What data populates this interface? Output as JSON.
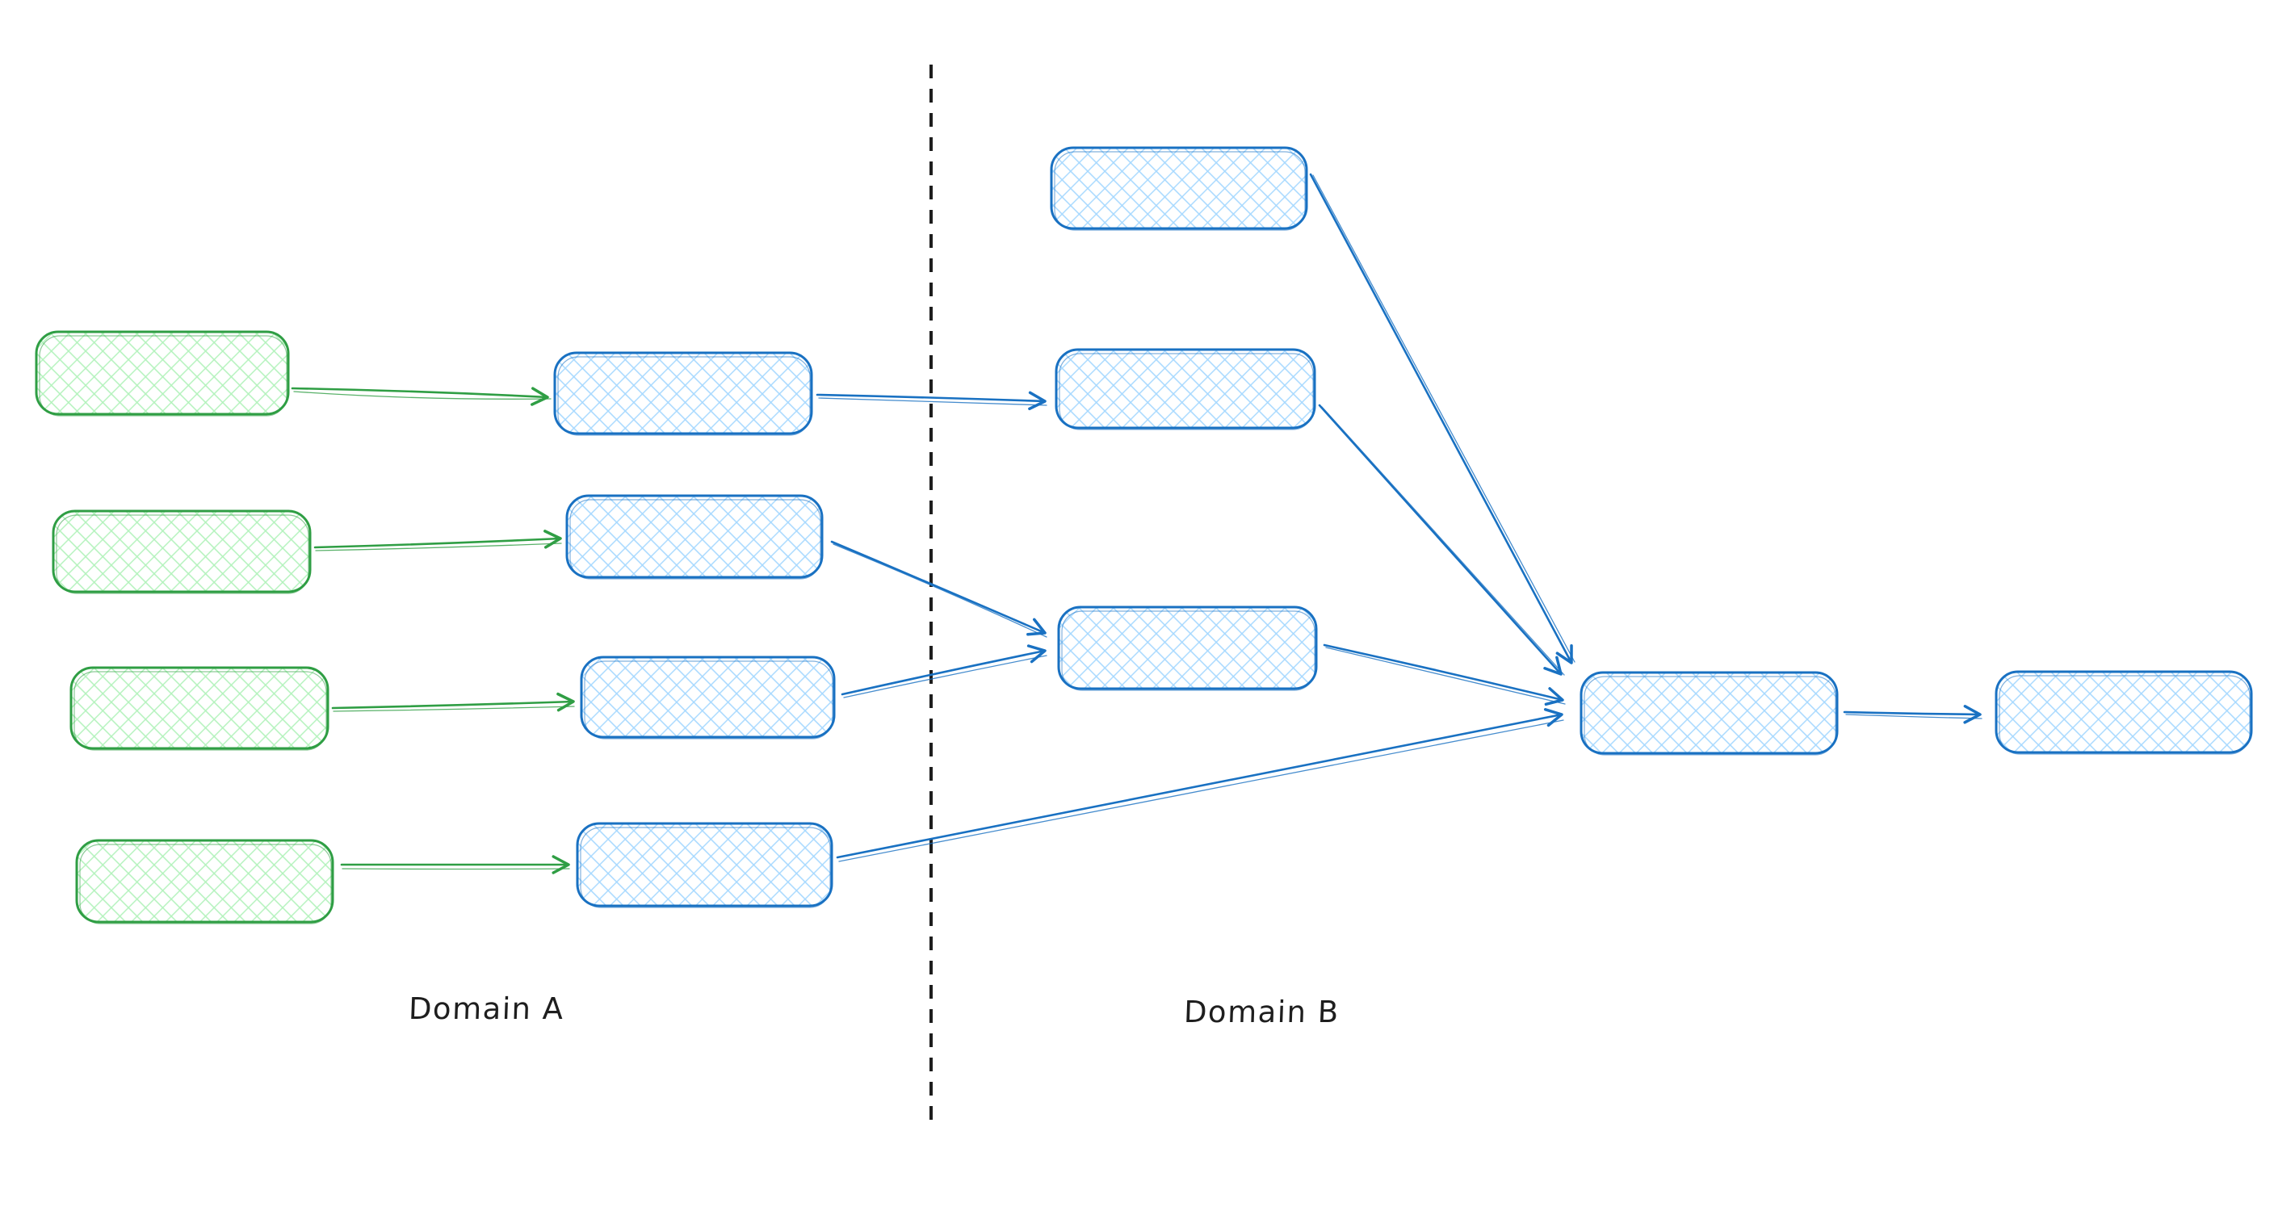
{
  "canvas": {
    "background": "#ffffff"
  },
  "labels": {
    "domain_a": "Domain A",
    "domain_b": "Domain B"
  },
  "colors": {
    "green_stroke": "#2f9e44",
    "green_fill": "#b2f2bb",
    "blue_stroke": "#1971c2",
    "blue_fill": "#a5d8ff",
    "divider": "#1e1e1e",
    "label_text": "#1e1e1e",
    "canvas_bg": "#ffffff"
  },
  "diagram": {
    "type": "flow-diagram",
    "style": "hand-drawn, cross-hatch filled rounded rectangles, no text inside nodes",
    "regions": [
      {
        "id": "domain-a",
        "label": "Domain A",
        "side": "left-of-dashed-divider"
      },
      {
        "id": "domain-b",
        "label": "Domain B",
        "side": "right-of-dashed-divider"
      }
    ],
    "nodes": [
      {
        "id": "a-source-1",
        "region": "domain-a",
        "style": "green",
        "label": ""
      },
      {
        "id": "a-source-2",
        "region": "domain-a",
        "style": "green",
        "label": ""
      },
      {
        "id": "a-source-3",
        "region": "domain-a",
        "style": "green",
        "label": ""
      },
      {
        "id": "a-source-4",
        "region": "domain-a",
        "style": "green",
        "label": ""
      },
      {
        "id": "a-stage-1",
        "region": "domain-a",
        "style": "blue",
        "label": ""
      },
      {
        "id": "a-stage-2",
        "region": "domain-a",
        "style": "blue",
        "label": ""
      },
      {
        "id": "a-stage-3",
        "region": "domain-a",
        "style": "blue",
        "label": ""
      },
      {
        "id": "a-stage-4",
        "region": "domain-a",
        "style": "blue",
        "label": ""
      },
      {
        "id": "b-stage-1",
        "region": "domain-b",
        "style": "blue",
        "label": ""
      },
      {
        "id": "b-stage-2",
        "region": "domain-b",
        "style": "blue",
        "label": ""
      },
      {
        "id": "b-stage-3",
        "region": "domain-b",
        "style": "blue",
        "label": ""
      },
      {
        "id": "b-hub",
        "region": "domain-b",
        "style": "blue",
        "label": ""
      },
      {
        "id": "b-output",
        "region": "domain-b",
        "style": "blue",
        "label": ""
      }
    ],
    "edges": [
      {
        "from": "a-source-1",
        "to": "a-stage-1",
        "color": "green"
      },
      {
        "from": "a-source-2",
        "to": "a-stage-2",
        "color": "green"
      },
      {
        "from": "a-source-3",
        "to": "a-stage-3",
        "color": "green"
      },
      {
        "from": "a-source-4",
        "to": "a-stage-4",
        "color": "green"
      },
      {
        "from": "a-stage-1",
        "to": "b-stage-2",
        "color": "blue"
      },
      {
        "from": "a-stage-2",
        "to": "b-stage-3",
        "color": "blue"
      },
      {
        "from": "a-stage-3",
        "to": "b-stage-3",
        "color": "blue"
      },
      {
        "from": "a-stage-4",
        "to": "b-hub",
        "color": "blue"
      },
      {
        "from": "b-stage-1",
        "to": "b-hub",
        "color": "blue"
      },
      {
        "from": "b-stage-2",
        "to": "b-hub",
        "color": "blue"
      },
      {
        "from": "b-stage-3",
        "to": "b-hub",
        "color": "blue"
      },
      {
        "from": "b-hub",
        "to": "b-output",
        "color": "blue"
      }
    ],
    "divider": {
      "id": "domain-divider",
      "style": "vertical dashed line"
    }
  }
}
